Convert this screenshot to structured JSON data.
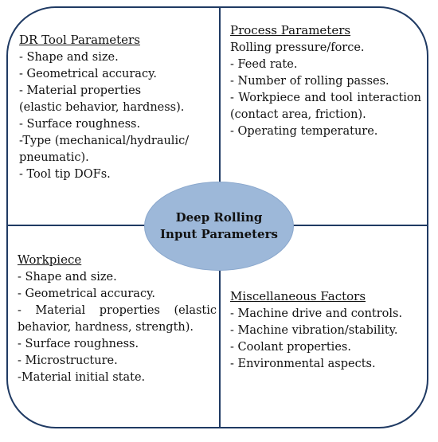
{
  "center": {
    "line1": "Deep Rolling",
    "line2": "Input Parameters"
  },
  "tool": {
    "title": "DR Tool Parameters",
    "items": [
      "- Shape and size.",
      "- Geometrical accuracy.",
      "- Material properties",
      " (elastic behavior, hardness).",
      "- Surface roughness.",
      "-Type (mechanical/hydraulic/",
      " pneumatic).",
      "- Tool tip DOFs."
    ]
  },
  "process": {
    "title": "Process Parameters ",
    "items": [
      " Rolling pressure/force.",
      "- Feed rate.",
      "- Number of rolling passes.",
      "- Workpiece and tool interaction (contact area, friction).",
      "- Operating temperature."
    ]
  },
  "workpiece": {
    "title": "Workpiece",
    "items": [
      "- Shape and size.",
      "- Geometrical accuracy.",
      "- Material properties (elastic behavior, hardness, strength).",
      "- Surface roughness.",
      "- Microstructure.",
      "-Material initial state."
    ]
  },
  "misc": {
    "title": "Miscellaneous Factors",
    "items": [
      "- Machine drive and controls.",
      "- Machine vibration/stability.",
      "- Coolant properties.",
      "- Environmental aspects."
    ]
  }
}
